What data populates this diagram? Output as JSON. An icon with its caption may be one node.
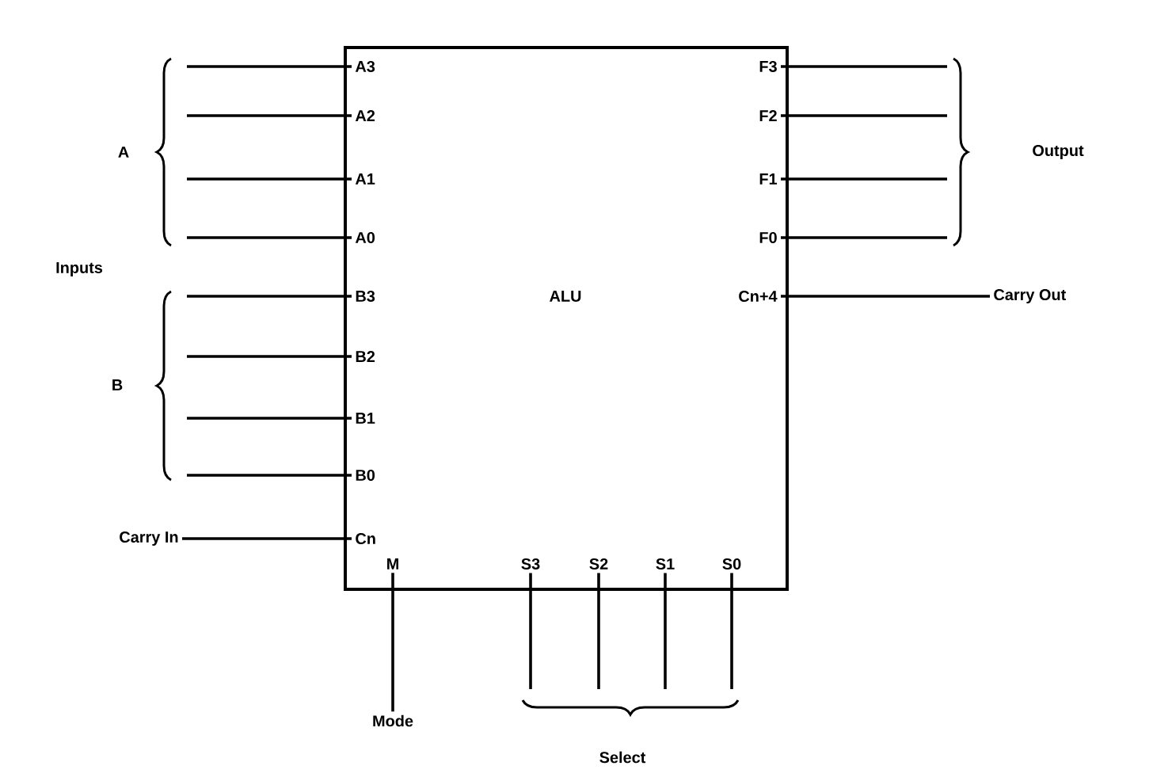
{
  "diagram": {
    "nodes": [
      {
        "text": [
          "ALU"
        ]
      },
      {
        "text": [
          "A3"
        ],
        "in": 0
      },
      {
        "text": [
          "A2"
        ],
        "in": 0
      },
      {
        "text": [
          "A1"
        ],
        "in": 0
      },
      {
        "text": [
          "A0"
        ],
        "in": 0
      },
      {
        "text": [
          "B3"
        ],
        "in": 0
      },
      {
        "text": [
          "B2"
        ],
        "in": 0
      },
      {
        "text": [
          "B1"
        ],
        "in": 0
      },
      {
        "text": [
          "B0"
        ],
        "in": 0
      },
      {
        "text": [
          "Cn"
        ],
        "in": 0
      },
      {
        "text": [
          "M"
        ],
        "in": 0
      },
      {
        "text": [
          "S3"
        ],
        "in": 0
      },
      {
        "text": [
          "S2"
        ],
        "in": 0
      },
      {
        "text": [
          "S1"
        ],
        "in": 0
      },
      {
        "text": [
          "S0"
        ],
        "in": 0
      },
      {
        "text": [
          "F3"
        ],
        "in": 0
      },
      {
        "text": [
          "F2"
        ],
        "in": 0
      },
      {
        "text": [
          "F1"
        ],
        "in": 0
      },
      {
        "text": [
          "F0"
        ],
        "in": 0
      },
      {
        "text": [
          "Cn+4"
        ],
        "in": 0
      },
      {
        "text": [
          "Carry In"
        ]
      },
      {
        "text": [
          "Carry Out"
        ]
      },
      {
        "text": [
          "Mode"
        ]
      }
    ],
    "edges": [
      {
        "from": null,
        "to": 1,
        "arrow": "none"
      },
      {
        "from": null,
        "to": 2,
        "arrow": "none"
      },
      {
        "from": null,
        "to": 3,
        "arrow": "none"
      },
      {
        "from": null,
        "to": 4,
        "arrow": "none"
      },
      {
        "from": null,
        "to": 5,
        "arrow": "none"
      },
      {
        "from": null,
        "to": 6,
        "arrow": "none"
      },
      {
        "from": null,
        "to": 7,
        "arrow": "none"
      },
      {
        "from": null,
        "to": 8,
        "arrow": "none"
      },
      {
        "from": 20,
        "to": 9,
        "arrow": "none"
      },
      {
        "from": 10,
        "to": 22,
        "arrow": "none"
      },
      {
        "from": 11,
        "to": null,
        "arrow": "none"
      },
      {
        "from": 12,
        "to": null,
        "arrow": "none"
      },
      {
        "from": 13,
        "to": null,
        "arrow": "none"
      },
      {
        "from": 14,
        "to": null,
        "arrow": "none"
      },
      {
        "from": 15,
        "to": null,
        "arrow": "none"
      },
      {
        "from": 16,
        "to": null,
        "arrow": "none"
      },
      {
        "from": 17,
        "to": null,
        "arrow": "none"
      },
      {
        "from": 18,
        "to": null,
        "arrow": "none"
      },
      {
        "from": 19,
        "to": 21,
        "arrow": "none"
      }
    ],
    "labels": [
      "A",
      "Output",
      "Inputs",
      "B",
      "Select"
    ]
  }
}
